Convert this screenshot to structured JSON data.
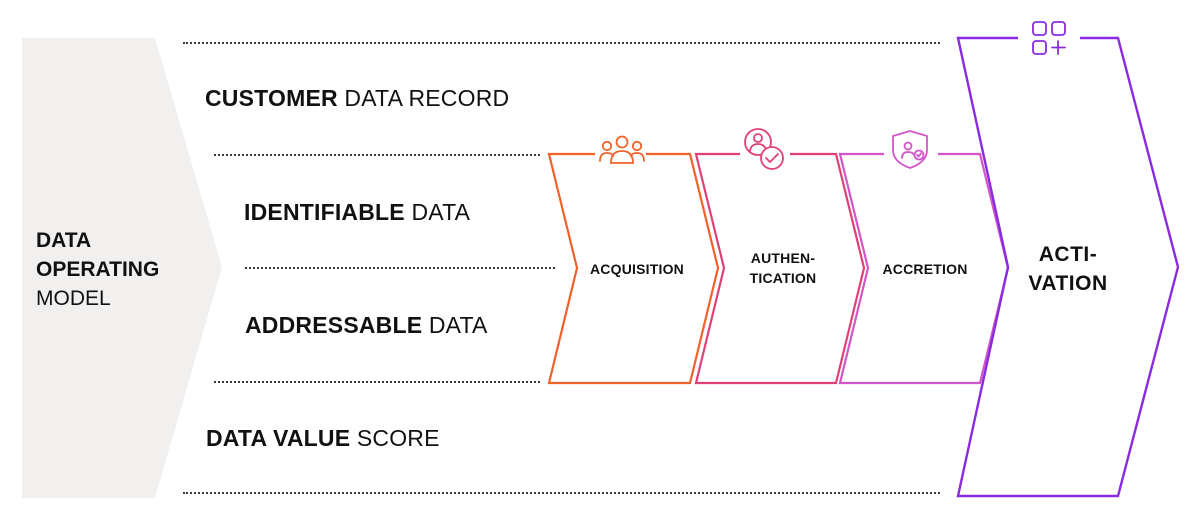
{
  "model": {
    "line1": "DATA",
    "line2": "OPERATING",
    "line3": "MODEL"
  },
  "rows": {
    "customer": {
      "bold": "CUSTOMER",
      "regular": "DATA RECORD"
    },
    "identifiable": {
      "bold": "IDENTIFIABLE",
      "regular": "DATA"
    },
    "addressable": {
      "bold": "ADDRESSABLE",
      "regular": "DATA"
    },
    "value": {
      "bold": "DATA VALUE",
      "regular": "SCORE"
    }
  },
  "stages": {
    "acquisition": {
      "line1": "ACQUISITION",
      "icon": "users-group-icon",
      "color": "#f0622a"
    },
    "authentication": {
      "line1": "AUTHEN-",
      "line2": "TICATION",
      "icon": "verified-user-icon",
      "color": "#e0407a"
    },
    "accretion": {
      "line1": "ACCRETION",
      "icon": "shield-user-icon",
      "color": "#d455c8"
    },
    "activation": {
      "line1": "ACTI-",
      "line2": "VATION",
      "icon": "apps-plus-icon",
      "color": "#8a2be2"
    }
  },
  "colors": {
    "model_bg": "#f2f0ef",
    "dots": "#3a3a3a"
  }
}
